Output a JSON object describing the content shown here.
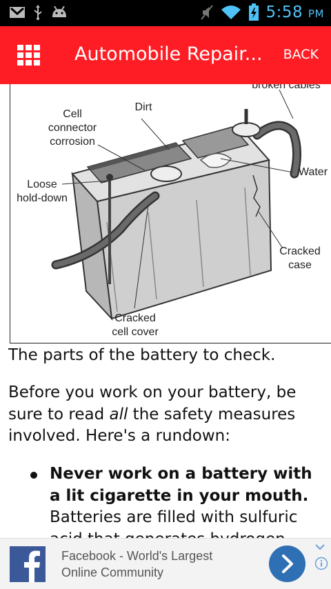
{
  "status_bar": {
    "time": "5:58",
    "ampm": "PM",
    "icons": [
      "gmail-icon",
      "usb-icon",
      "android-icon",
      "mute-icon",
      "wifi-icon",
      "battery-charging-icon"
    ]
  },
  "app_bar": {
    "title": "Automobile Repair...",
    "back_label": "BACK",
    "menu_icon": "grid-menu-icon",
    "color": "#ff1d25"
  },
  "figure": {
    "callouts": {
      "broken_cables": "broken cables",
      "cell_connector_corrosion": [
        "Cell",
        "connector",
        "corrosion"
      ],
      "dirt": "Dirt",
      "water": "Water",
      "loose_hold_down": [
        "Loose",
        "hold-down"
      ],
      "cracked_case": [
        "Cracked",
        "case"
      ],
      "cracked_cell_cover": [
        "Cracked",
        "cell cover"
      ]
    }
  },
  "article": {
    "caption": "The parts of the battery to check.",
    "intro_before": "Before you work on your battery, be sure to read ",
    "intro_emphasis": "all",
    "intro_after": " the safety measures involved. Here's a rundown:",
    "bullets": [
      {
        "bold": "Never work on a battery with a lit cigarette in your mouth.",
        "text": " Batteries are filled with sulfuric acid that generates hydrogen"
      }
    ]
  },
  "ad": {
    "line1": "Facebook - World's Largest",
    "line2": "Online Community",
    "accent": "#2f6fb4",
    "brand_color": "#3b5998"
  }
}
